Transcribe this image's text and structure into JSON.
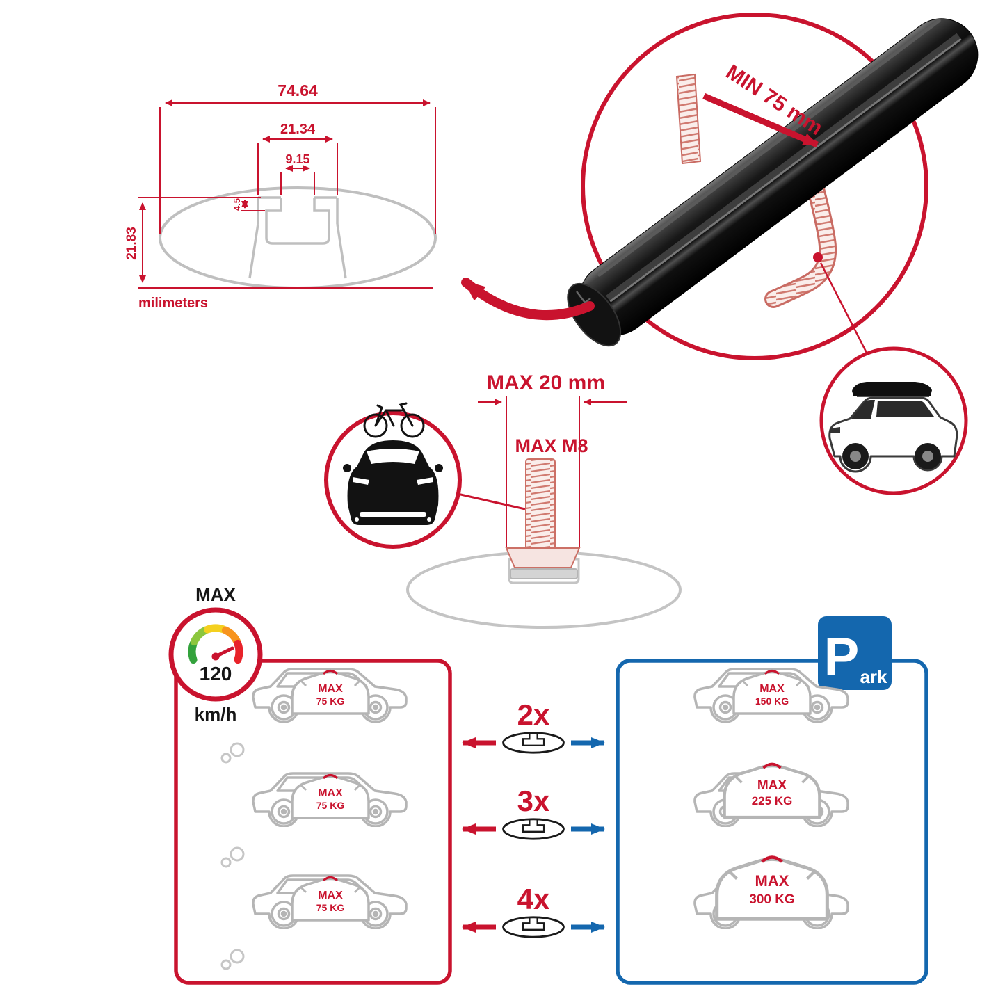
{
  "colors": {
    "accent_red": "#C9132E",
    "accent_blue": "#1467AE",
    "line_gray": "#BFBFBF"
  },
  "icons": {
    "speedometer": "gauge-dial",
    "parking": "P-sign",
    "bike_on_car": "car-front-with-bicycle",
    "suv_roofbox": "suv-with-roof-box",
    "crossbar_section": "elliptic-crossbar-profile"
  },
  "cross_section": {
    "total_width": "74.64",
    "channel_outer_width": "21.34",
    "channel_inner_width": "9.15",
    "lip_depth": "4.5",
    "total_height": "21.83",
    "units": "milimeters"
  },
  "bar_detail": {
    "min_clearance": "MIN 75 mm"
  },
  "bolt_detail": {
    "max_width": "MAX 20 mm",
    "max_thread": "MAX M8"
  },
  "speed_limit": {
    "label": "MAX",
    "value": "120",
    "unit": "km/h"
  },
  "parking_sign": {
    "letter": "P",
    "suffix": "ark"
  },
  "load_rows": [
    {
      "multiplier": "2x",
      "left_label": "MAX",
      "left_weight": "75 KG",
      "right_label": "MAX",
      "right_weight": "150 KG"
    },
    {
      "multiplier": "3x",
      "left_label": "MAX",
      "left_weight": "75 KG",
      "right_label": "MAX",
      "right_weight": "225 KG"
    },
    {
      "multiplier": "4x",
      "left_label": "MAX",
      "left_weight": "75 KG",
      "right_label": "MAX",
      "right_weight": "300 KG"
    }
  ]
}
